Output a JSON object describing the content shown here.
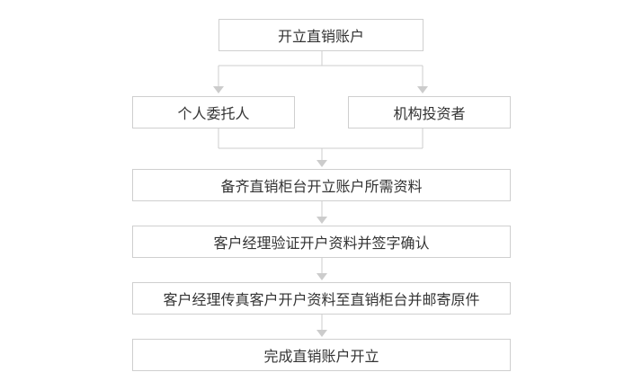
{
  "flow": {
    "step_open": "开立直销账户",
    "branch_left": "个人委托人",
    "branch_right": "机构投资者",
    "step_prepare": "备齐直销柜台开立账户所需资料",
    "step_verify": "客户经理验证开户资料并签字确认",
    "step_fax": "客户经理传真客户开户资料至直销柜台并邮寄原件",
    "step_complete": "完成直销账户开立"
  },
  "colors": {
    "box_border": "#cfcfcf",
    "connector": "#cccccc",
    "text": "#333333"
  }
}
